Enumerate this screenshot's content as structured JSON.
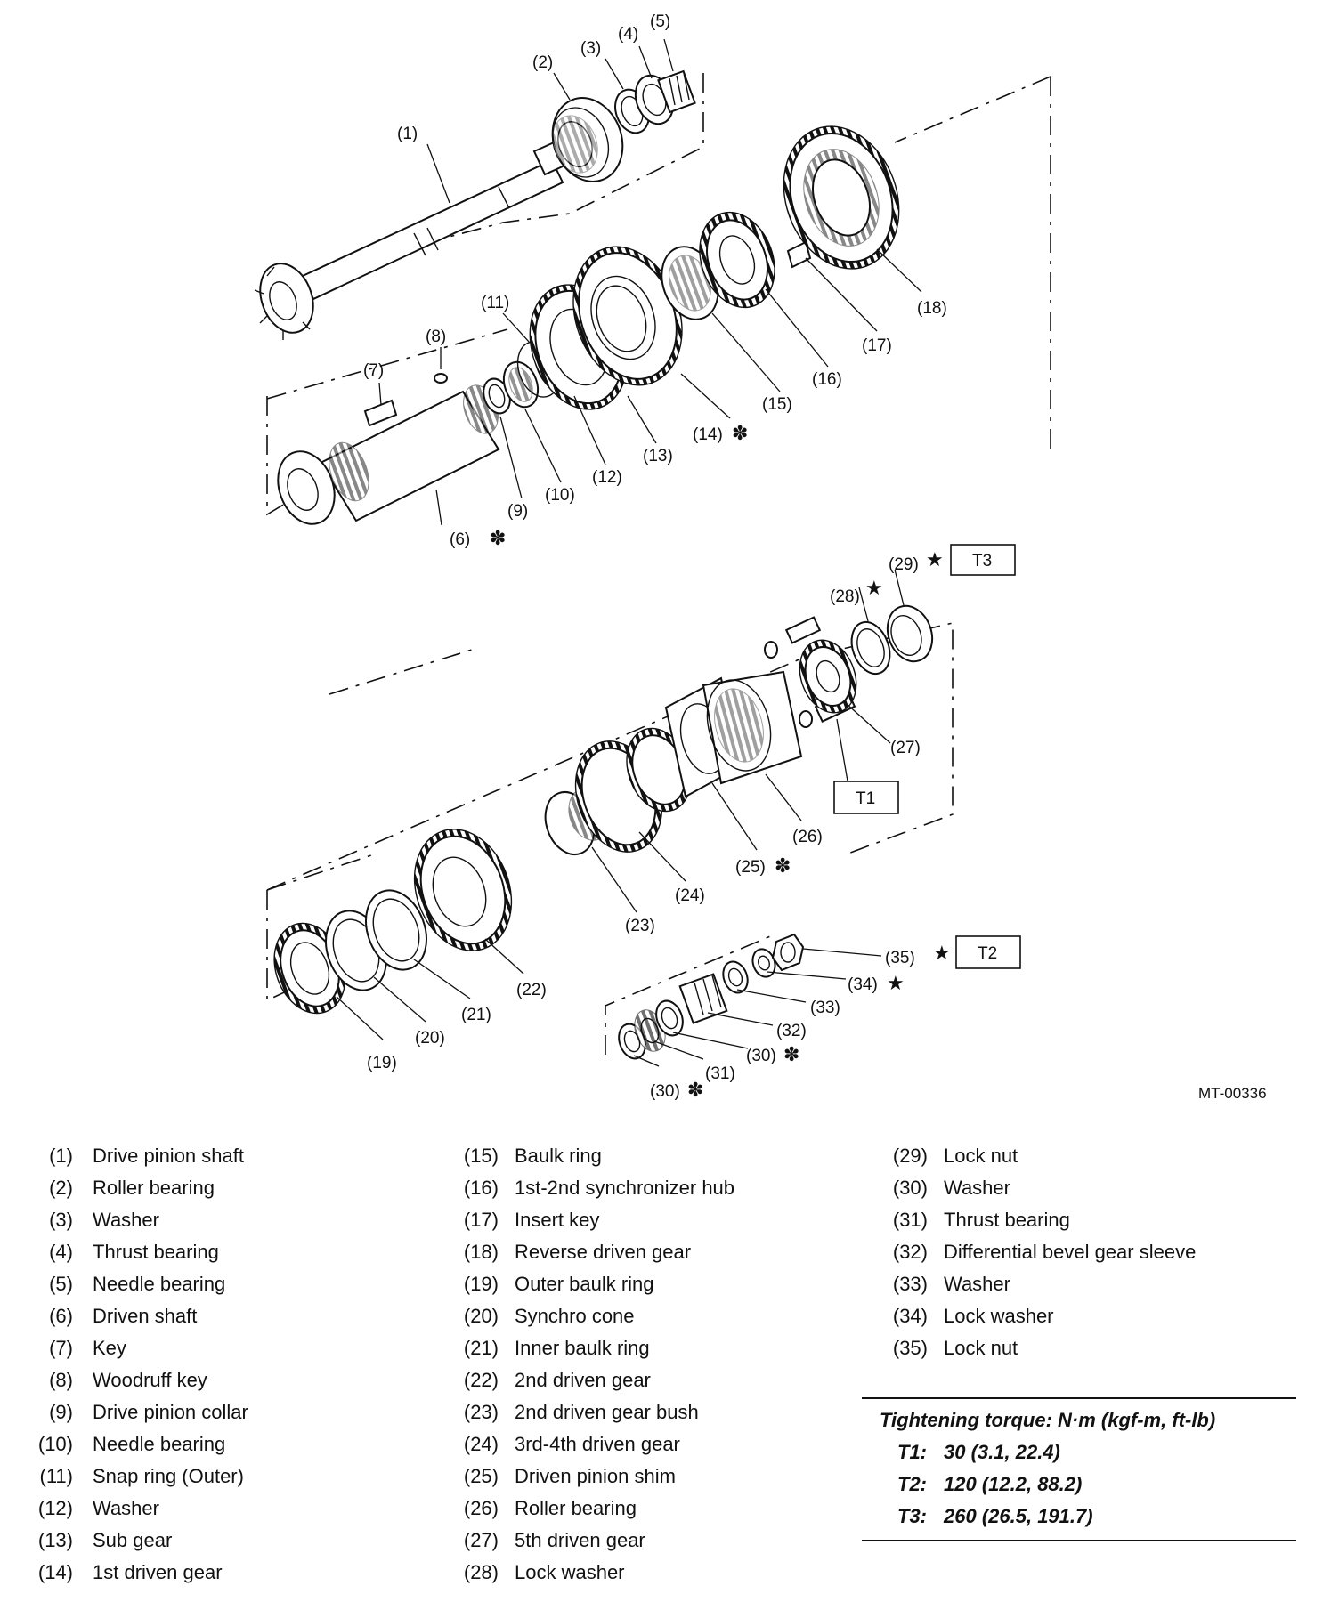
{
  "figure_code": "MT-00336",
  "callouts": {
    "c1": "(1)",
    "c2": "(2)",
    "c3": "(3)",
    "c4": "(4)",
    "c5": "(5)",
    "c6": "(6)",
    "c7": "(7)",
    "c8": "(8)",
    "c9": "(9)",
    "c10": "(10)",
    "c11": "(11)",
    "c12": "(12)",
    "c13": "(13)",
    "c14": "(14)",
    "c15": "(15)",
    "c16": "(16)",
    "c17": "(17)",
    "c18": "(18)",
    "c19": "(19)",
    "c20": "(20)",
    "c21": "(21)",
    "c22": "(22)",
    "c23": "(23)",
    "c24": "(24)",
    "c25": "(25)",
    "c26": "(26)",
    "c27": "(27)",
    "c28": "(28)",
    "c29": "(29)",
    "c30a": "(30)",
    "c30b": "(30)",
    "c31": "(31)",
    "c32": "(32)",
    "c33": "(33)",
    "c34": "(34)",
    "c35": "(35)"
  },
  "torque_tags": {
    "t1": "T1",
    "t2": "T2",
    "t3": "T3"
  },
  "symbols": {
    "star": "★",
    "asterisk": "✽"
  },
  "legend": {
    "col1": [
      {
        "num": "(1)",
        "label": "Drive pinion shaft"
      },
      {
        "num": "(2)",
        "label": "Roller bearing"
      },
      {
        "num": "(3)",
        "label": "Washer"
      },
      {
        "num": "(4)",
        "label": "Thrust bearing"
      },
      {
        "num": "(5)",
        "label": "Needle bearing"
      },
      {
        "num": "(6)",
        "label": "Driven shaft"
      },
      {
        "num": "(7)",
        "label": "Key"
      },
      {
        "num": "(8)",
        "label": "Woodruff key"
      },
      {
        "num": "(9)",
        "label": "Drive pinion collar"
      },
      {
        "num": "(10)",
        "label": "Needle bearing"
      },
      {
        "num": "(11)",
        "label": "Snap ring (Outer)"
      },
      {
        "num": "(12)",
        "label": "Washer"
      },
      {
        "num": "(13)",
        "label": "Sub gear"
      },
      {
        "num": "(14)",
        "label": "1st driven gear"
      }
    ],
    "col2": [
      {
        "num": "(15)",
        "label": "Baulk ring"
      },
      {
        "num": "(16)",
        "label": "1st-2nd synchronizer hub"
      },
      {
        "num": "(17)",
        "label": "Insert key"
      },
      {
        "num": "(18)",
        "label": "Reverse driven gear"
      },
      {
        "num": "(19)",
        "label": "Outer baulk ring"
      },
      {
        "num": "(20)",
        "label": "Synchro cone"
      },
      {
        "num": "(21)",
        "label": "Inner baulk ring"
      },
      {
        "num": "(22)",
        "label": "2nd driven gear"
      },
      {
        "num": "(23)",
        "label": "2nd driven gear bush"
      },
      {
        "num": "(24)",
        "label": "3rd-4th driven gear"
      },
      {
        "num": "(25)",
        "label": "Driven pinion shim"
      },
      {
        "num": "(26)",
        "label": "Roller bearing"
      },
      {
        "num": "(27)",
        "label": "5th driven gear"
      },
      {
        "num": "(28)",
        "label": "Lock washer"
      }
    ],
    "col3": [
      {
        "num": "(29)",
        "label": "Lock nut"
      },
      {
        "num": "(30)",
        "label": "Washer"
      },
      {
        "num": "(31)",
        "label": "Thrust bearing"
      },
      {
        "num": "(32)",
        "label": "Differential bevel gear sleeve"
      },
      {
        "num": "(33)",
        "label": "Washer"
      },
      {
        "num": "(34)",
        "label": "Lock washer"
      },
      {
        "num": "(35)",
        "label": "Lock nut"
      }
    ]
  },
  "torque": {
    "heading": "Tightening torque: N·m (kgf-m, ft-lb)",
    "rows": [
      {
        "key": "T1:",
        "value": "30 (3.1, 22.4)"
      },
      {
        "key": "T2:",
        "value": "120 (12.2, 88.2)"
      },
      {
        "key": "T3:",
        "value": "260 (26.5, 191.7)"
      }
    ]
  }
}
